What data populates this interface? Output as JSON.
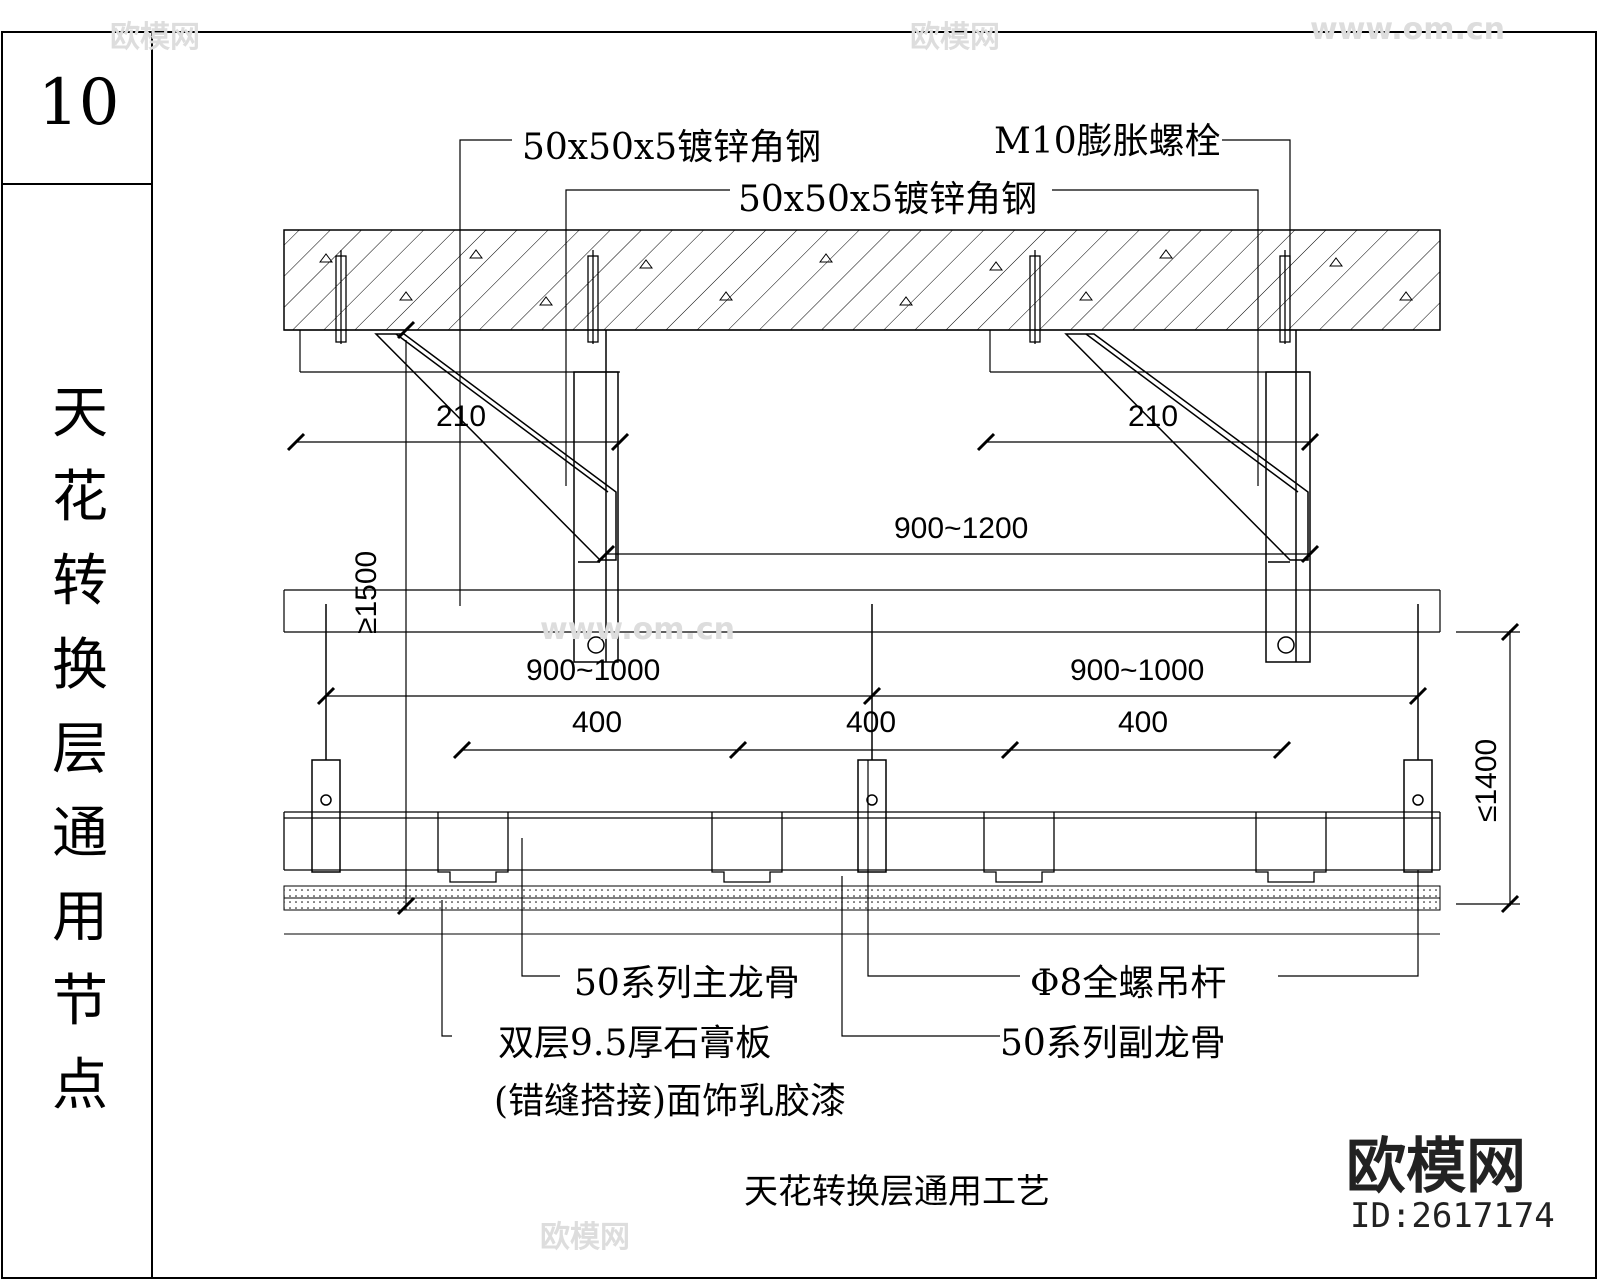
{
  "panel": {
    "number": "10",
    "title": "天花转换层通用节点"
  },
  "labels": {
    "angle_steel_1": "50x50x5镀锌角钢",
    "angle_steel_2": "50x50x5镀锌角钢",
    "bolt": "M10膨胀螺栓",
    "main_keel": "50系列主龙骨",
    "hanger_rod": "Φ8全螺吊杆",
    "gypsum_board": "双层9.5厚石膏板",
    "finish": "(错缝搭接)面饰乳胶漆",
    "sub_keel": "50系列副龙骨"
  },
  "dimensions": {
    "arm_left": "210",
    "arm_right": "210",
    "span_top": "900~1200",
    "span_left": "900~1000",
    "span_right": "900~1000",
    "sub_1": "400",
    "sub_2": "400",
    "sub_3": "400",
    "height_left": "≥1500",
    "height_right": "≤1400"
  },
  "caption": "天花转换层通用工艺",
  "brand": {
    "name": "欧模网",
    "id": "ID:2617174"
  },
  "watermark": {
    "logo": "欧模网",
    "url": "www.om.cn"
  }
}
